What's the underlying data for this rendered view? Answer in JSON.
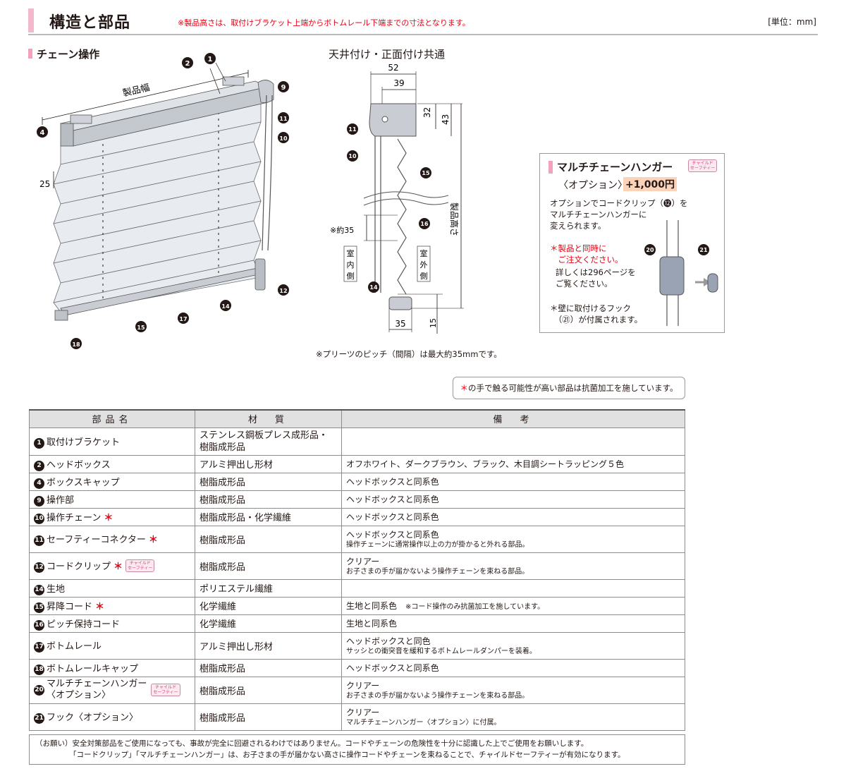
{
  "header": {
    "title": "構造と部品",
    "note": "※製品高さは、取付けブラケット上端からボトムレール下端までの寸法となります。",
    "unit": "[単位：mm]"
  },
  "section_left": "チェーン操作",
  "section_mid": "天井付け・正面付け共通",
  "diagram_left": {
    "width_label": "製品幅",
    "dim_25": "25",
    "callouts": [
      "❶",
      "2",
      "❹",
      "❾",
      "⓫",
      "❿",
      "⓬",
      "⓮",
      "⓯",
      "⓱",
      "⓲"
    ]
  },
  "diagram_mid": {
    "dims": [
      "52",
      "39",
      "32",
      "43",
      "35",
      "15"
    ],
    "about35": "※約35",
    "height_label": "製品高さ",
    "indoor": "室内側",
    "outdoor": "室外側",
    "callouts": [
      "⓫",
      "❿",
      "⓯",
      "⓰",
      "⓮"
    ]
  },
  "option": {
    "title": "マルチチェーンハンガー",
    "badge": "チャイルド\nセーフティー",
    "sub": "〈オプション〉",
    "price": "+1,000円",
    "desc": "オプションでコードクリップ（⓬）を\nマルチチェーンハンガーに\n変えられます。",
    "red": "＊製品と同時に\n　ご注文ください。",
    "see": "詳しくは296ページを\nご覧ください。",
    "hook": "＊壁に取付けるフック\n　（㉑）が付属されます。",
    "callouts": [
      "⑳",
      "㉑"
    ]
  },
  "pitch_note": "※プリーツのピッチ（間隔）は最大約35mmです。",
  "anti_note": {
    "ast": "＊",
    "text": "の手で触る可能性が高い部品は抗菌加工を施しています。"
  },
  "table": {
    "headers": [
      "部品名",
      "材　質",
      "備　考"
    ],
    "rows": [
      {
        "num": "1",
        "name": "取付けブラケット",
        "mat1": "ステンレス鋼板プレス成形品・",
        "mat2": "樹脂成形品",
        "r1": "",
        "r2": ""
      },
      {
        "num": "2",
        "name": "ヘッドボックス",
        "mat1": "アルミ押出し形材",
        "mat2": "",
        "r1": "オフホワイト、ダークブラウン、ブラック、木目調シートラッピング５色",
        "r2": ""
      },
      {
        "num": "4",
        "name": "ボックスキャップ",
        "mat1": "樹脂成形品",
        "mat2": "",
        "r1": "ヘッドボックスと同系色",
        "r2": ""
      },
      {
        "num": "9",
        "name": "操作部",
        "mat1": "樹脂成形品",
        "mat2": "",
        "r1": "ヘッドボックスと同系色",
        "r2": ""
      },
      {
        "num": "10",
        "name": "操作チェーン",
        "ast": "＊",
        "mat1": "樹脂成形品・化学繊維",
        "mat2": "",
        "r1": "ヘッドボックスと同系色",
        "r2": ""
      },
      {
        "num": "11",
        "name": "セーフティーコネクター",
        "ast": "＊",
        "mat1": "樹脂成形品",
        "mat2": "",
        "r1": "ヘッドボックスと同系色",
        "r2": "操作チェーンに通常操作以上の力が掛かると外れる部品。"
      },
      {
        "num": "12",
        "name": "コードクリップ",
        "ast": "＊",
        "badge": "チャイルド\nセーフティー",
        "mat1": "樹脂成形品",
        "mat2": "",
        "r1": "クリアー",
        "r2": "お子さまの手が届かないよう操作チェーンを束ねる部品。"
      },
      {
        "num": "14",
        "name": "生地",
        "mat1": "ポリエステル繊維",
        "mat2": "",
        "r1": "",
        "r2": ""
      },
      {
        "num": "15",
        "name": "昇降コード",
        "ast": "＊",
        "mat1": "化学繊維",
        "mat2": "",
        "r1": "生地と同系色",
        "r1note": "※コード操作のみ抗菌加工を施しています。",
        "r2": ""
      },
      {
        "num": "16",
        "name": "ピッチ保持コード",
        "mat1": "化学繊維",
        "mat2": "",
        "r1": "生地と同系色",
        "r2": ""
      },
      {
        "num": "17",
        "name": "ボトムレール",
        "mat1": "アルミ押出し形材",
        "mat2": "",
        "r1": "ヘッドボックスと同色",
        "r2": "サッシとの衝突音を緩和するボトムレールダンパーを装着。"
      },
      {
        "num": "18",
        "name": "ボトムレールキャップ",
        "mat1": "樹脂成形品",
        "mat2": "",
        "r1": "ヘッドボックスと同系色",
        "r2": ""
      },
      {
        "num": "20",
        "name": "マルチチェーンハンガー",
        "name2": "〈オプション〉",
        "badge": "チャイルド\nセーフティー",
        "mat1": "樹脂成形品",
        "mat2": "",
        "r1": "クリアー",
        "r2": "お子さまの手が届かないよう操作チェーンを束ねる部品。"
      },
      {
        "num": "21",
        "name": "フック〈オプション〉",
        "mat1": "樹脂成形品",
        "mat2": "",
        "r1": "クリアー",
        "r2": "マルチチェーンハンガー〈オプション〉に付属。"
      }
    ]
  },
  "footer": {
    "line1": "（お願い）安全対策部品をご使用になっても、事故が完全に回避されるわけではありません。コードやチェーンの危険性を十分に認識した上でご使用をお願いします。",
    "line2": "「コードクリップ」「マルチチェーンハンガー」は、お子さまの手が届かない高さに操作コードやチェーンを束ねることで、チャイルドセーフティーが有効になります。"
  }
}
